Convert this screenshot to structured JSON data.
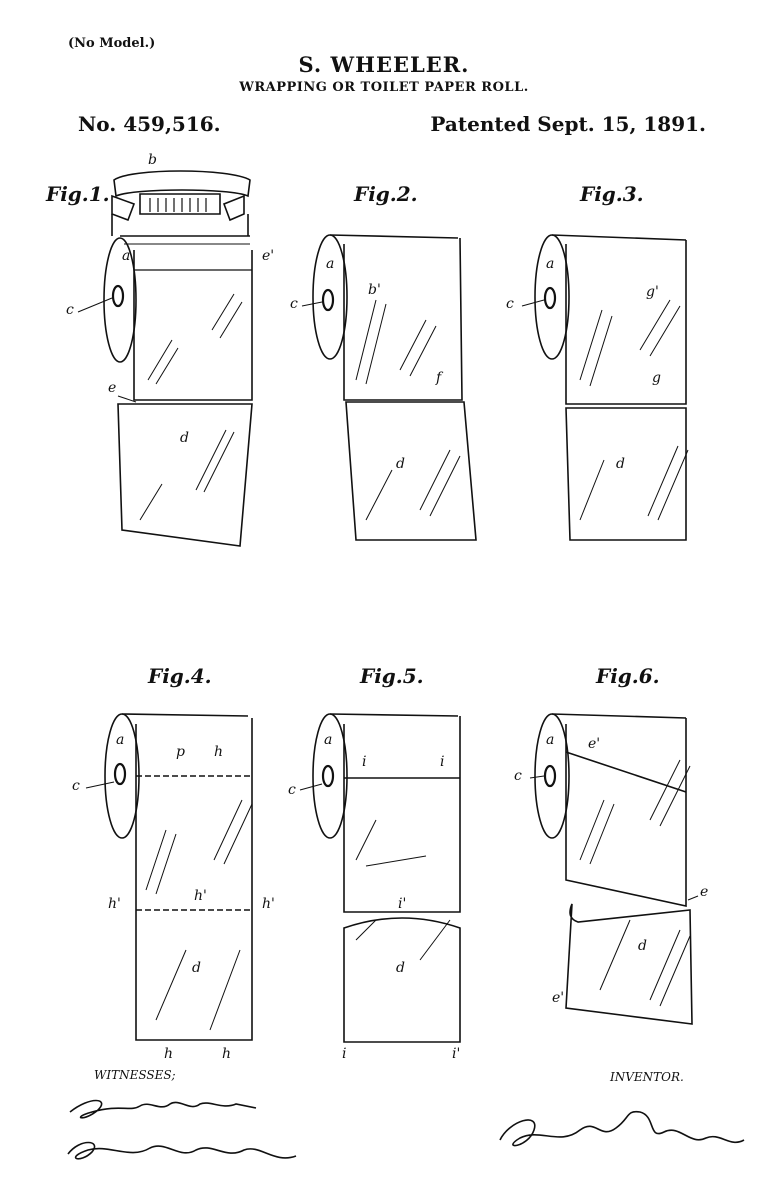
{
  "header": {
    "model_note": "(No Model.)",
    "inventor": "S. WHEELER.",
    "title": "WRAPPING OR TOILET PAPER ROLL.",
    "patent_number": "No. 459,516.",
    "patent_date": "Patented Sept. 15, 1891."
  },
  "figures": [
    {
      "label": "Fig.1.",
      "refs": [
        "b",
        "a",
        "c",
        "e'",
        "e",
        "d"
      ]
    },
    {
      "label": "Fig.2.",
      "refs": [
        "a",
        "b'",
        "c",
        "f",
        "d"
      ]
    },
    {
      "label": "Fig.3.",
      "refs": [
        "a",
        "c",
        "g'",
        "g",
        "d"
      ]
    },
    {
      "label": "Fig.4.",
      "refs": [
        "a",
        "p",
        "h",
        "c",
        "h'",
        "h'",
        "h'",
        "d",
        "h",
        "h"
      ]
    },
    {
      "label": "Fig.5.",
      "refs": [
        "a",
        "i",
        "i",
        "c",
        "i'",
        "d",
        "i",
        "i'"
      ]
    },
    {
      "label": "Fig.6.",
      "refs": [
        "a",
        "e'",
        "c",
        "e",
        "d",
        "e'"
      ]
    }
  ],
  "footer": {
    "witnesses_label": "WITNESSES;",
    "inventor_label": "INVENTOR.",
    "witness_signatures": [
      "E. W. Luce",
      "M. MacWhuler"
    ],
    "inventor_signature": "Seth Wheeler"
  }
}
